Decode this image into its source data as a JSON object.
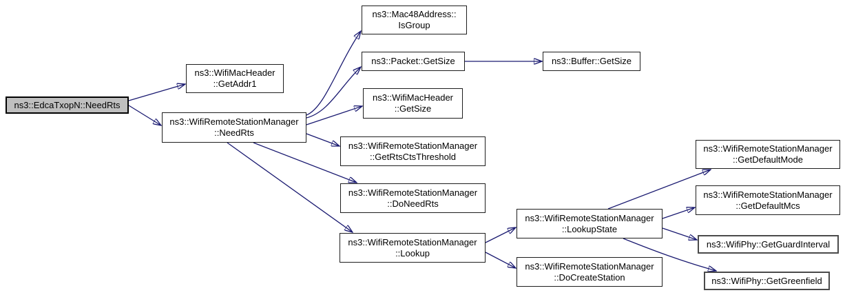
{
  "diagram": {
    "type": "call-graph",
    "edge_color": "#191970",
    "node_fill": "#ffffff",
    "node_border_color": "#1c1c1c",
    "highlight_fill": "#bfbfbf",
    "nodes": [
      {
        "id": "edca-txop-n-need-rts",
        "line1": "ns3::EdcaTxopN::NeedRts",
        "highlighted": true
      },
      {
        "id": "wifi-mac-header-get-addr1",
        "line1": "ns3::WifiMacHeader",
        "line2": "::GetAddr1"
      },
      {
        "id": "wifi-remote-station-manager-need-rts",
        "line1": "ns3::WifiRemoteStationManager",
        "line2": "::NeedRts"
      },
      {
        "id": "mac48-address-is-group",
        "line1": "ns3::Mac48Address::",
        "line2": "IsGroup"
      },
      {
        "id": "packet-get-size",
        "line1": "ns3::Packet::GetSize"
      },
      {
        "id": "buffer-get-size",
        "line1": "ns3::Buffer::GetSize"
      },
      {
        "id": "wifi-mac-header-get-size",
        "line1": "ns3::WifiMacHeader",
        "line2": "::GetSize"
      },
      {
        "id": "wrsm-get-rts-cts-threshold",
        "line1": "ns3::WifiRemoteStationManager",
        "line2": "::GetRtsCtsThreshold"
      },
      {
        "id": "wrsm-do-need-rts",
        "line1": "ns3::WifiRemoteStationManager",
        "line2": "::DoNeedRts"
      },
      {
        "id": "wrsm-lookup",
        "line1": "ns3::WifiRemoteStationManager",
        "line2": "::Lookup"
      },
      {
        "id": "wrsm-lookup-state",
        "line1": "ns3::WifiRemoteStationManager",
        "line2": "::LookupState"
      },
      {
        "id": "wrsm-do-create-station",
        "line1": "ns3::WifiRemoteStationManager",
        "line2": "::DoCreateStation"
      },
      {
        "id": "wrsm-get-default-mode",
        "line1": "ns3::WifiRemoteStationManager",
        "line2": "::GetDefaultMode"
      },
      {
        "id": "wrsm-get-default-mcs",
        "line1": "ns3::WifiRemoteStationManager",
        "line2": "::GetDefaultMcs"
      },
      {
        "id": "wifi-phy-get-guard-interval",
        "line1": "ns3::WifiPhy::GetGuardInterval"
      },
      {
        "id": "wifi-phy-get-greenfield",
        "line1": "ns3::WifiPhy::GetGreenfield"
      }
    ],
    "edges": [
      {
        "from": "ns3::EdcaTxopN::NeedRts",
        "to": "ns3::WifiMacHeader::GetAddr1"
      },
      {
        "from": "ns3::EdcaTxopN::NeedRts",
        "to": "ns3::WifiRemoteStationManager::NeedRts"
      },
      {
        "from": "ns3::WifiRemoteStationManager::NeedRts",
        "to": "ns3::Mac48Address::IsGroup"
      },
      {
        "from": "ns3::WifiRemoteStationManager::NeedRts",
        "to": "ns3::Packet::GetSize"
      },
      {
        "from": "ns3::Packet::GetSize",
        "to": "ns3::Buffer::GetSize"
      },
      {
        "from": "ns3::WifiRemoteStationManager::NeedRts",
        "to": "ns3::WifiMacHeader::GetSize"
      },
      {
        "from": "ns3::WifiRemoteStationManager::NeedRts",
        "to": "ns3::WifiRemoteStationManager::GetRtsCtsThreshold"
      },
      {
        "from": "ns3::WifiRemoteStationManager::NeedRts",
        "to": "ns3::WifiRemoteStationManager::DoNeedRts"
      },
      {
        "from": "ns3::WifiRemoteStationManager::NeedRts",
        "to": "ns3::WifiRemoteStationManager::Lookup"
      },
      {
        "from": "ns3::WifiRemoteStationManager::Lookup",
        "to": "ns3::WifiRemoteStationManager::LookupState"
      },
      {
        "from": "ns3::WifiRemoteStationManager::Lookup",
        "to": "ns3::WifiRemoteStationManager::DoCreateStation"
      },
      {
        "from": "ns3::WifiRemoteStationManager::LookupState",
        "to": "ns3::WifiRemoteStationManager::GetDefaultMode"
      },
      {
        "from": "ns3::WifiRemoteStationManager::LookupState",
        "to": "ns3::WifiRemoteStationManager::GetDefaultMcs"
      },
      {
        "from": "ns3::WifiRemoteStationManager::LookupState",
        "to": "ns3::WifiPhy::GetGuardInterval"
      },
      {
        "from": "ns3::WifiRemoteStationManager::LookupState",
        "to": "ns3::WifiPhy::GetGreenfield"
      }
    ]
  }
}
